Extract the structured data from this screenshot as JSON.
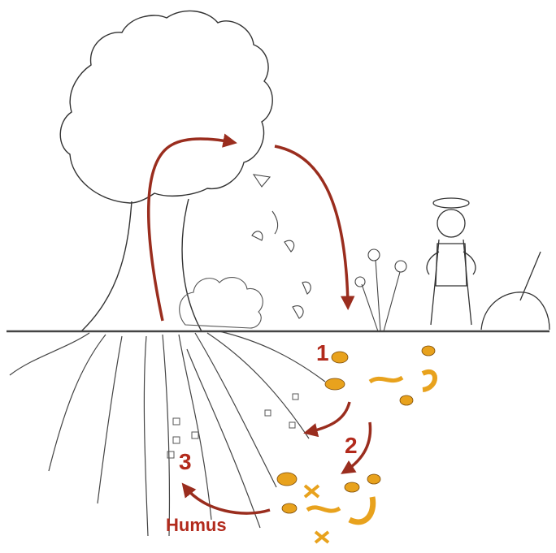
{
  "labels": {
    "step_1": "1",
    "step_2": "2",
    "step_3": "3",
    "humus": "Humus"
  },
  "colors": {
    "arrow": "#9a2d1e",
    "label": "#b22a1c",
    "organism": "#e8a21d",
    "line": "#333333"
  }
}
